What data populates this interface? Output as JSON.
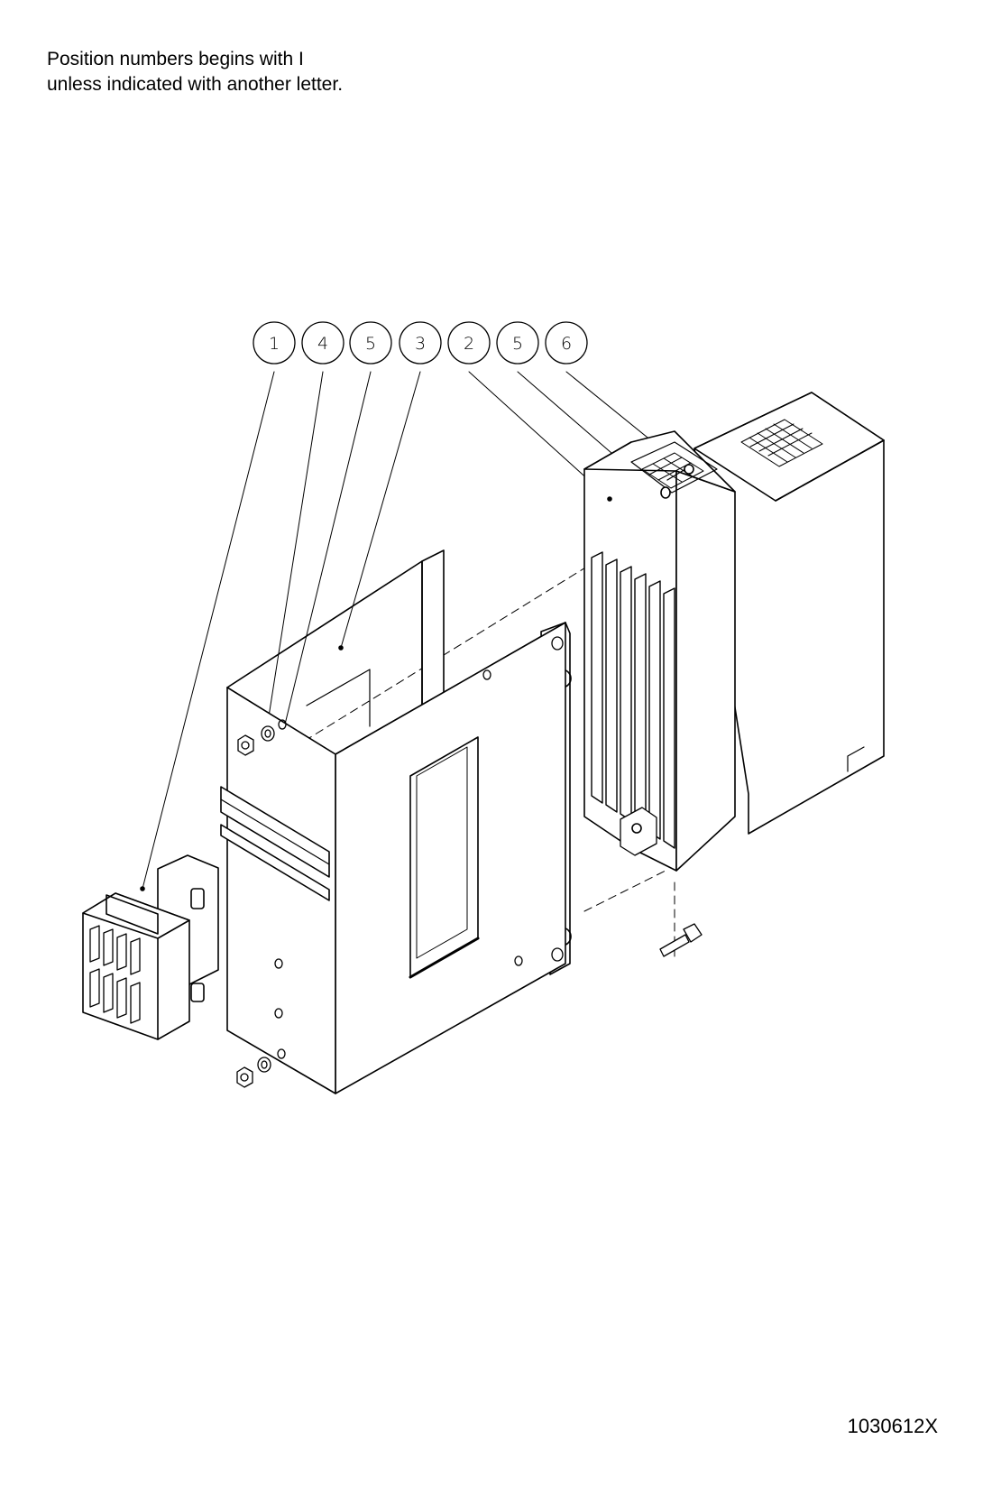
{
  "note": {
    "line1": "Position  numbers begins with I",
    "line2": "unless indicated with another letter."
  },
  "drawing_id": "1030612X",
  "balloons": [
    {
      "label": "1",
      "part": "contactor"
    },
    {
      "label": "4",
      "part": "nut"
    },
    {
      "label": "5",
      "part": "washer"
    },
    {
      "label": "3",
      "part": "mounting-plate"
    },
    {
      "label": "2",
      "part": "power-module"
    },
    {
      "label": "5",
      "part": "washer"
    },
    {
      "label": "6",
      "part": "screw"
    }
  ]
}
